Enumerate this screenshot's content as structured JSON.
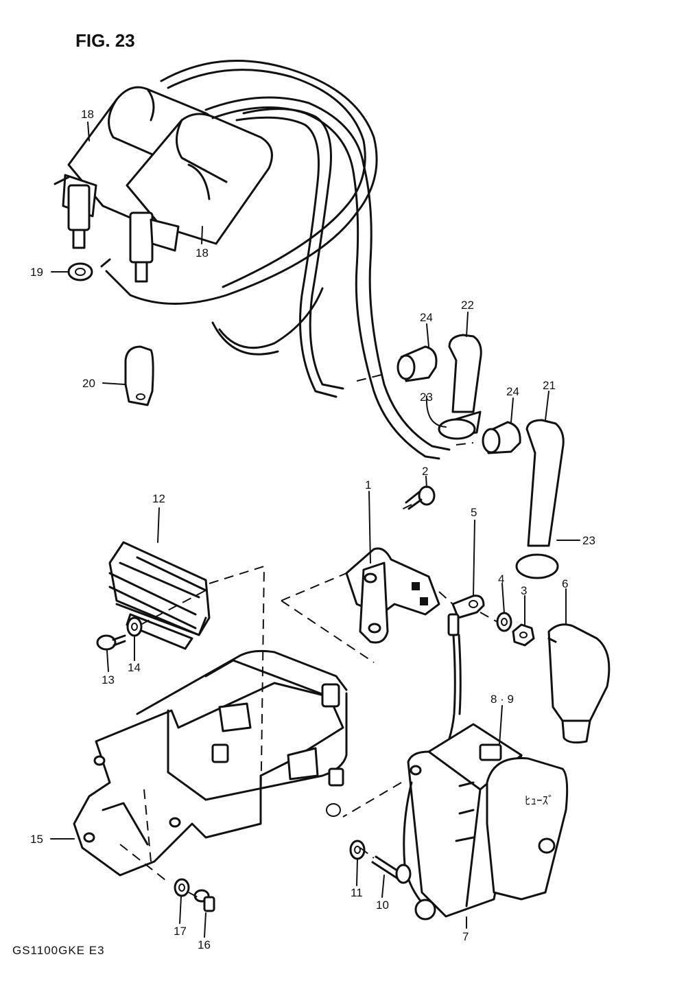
{
  "figure_title": "FIG. 23",
  "model_code": "GS1100GKE  E3",
  "fuse_box_marking": "ﾋｭｰｽﾞ",
  "part_labels": {
    "p1": "1",
    "p2": "2",
    "p3": "3",
    "p4": "4",
    "p5": "5",
    "p6": "6",
    "p7": "7",
    "p8_9": "8 · 9",
    "p10": "10",
    "p11": "11",
    "p12": "12",
    "p13": "13",
    "p14": "14",
    "p15": "15",
    "p16": "16",
    "p17": "17",
    "p18_a": "18",
    "p18_b": "18",
    "p19": "19",
    "p20": "20",
    "p21": "21",
    "p22": "22",
    "p23_a": "23",
    "p23_b": "23",
    "p24_a": "24",
    "p24_b": "24"
  }
}
